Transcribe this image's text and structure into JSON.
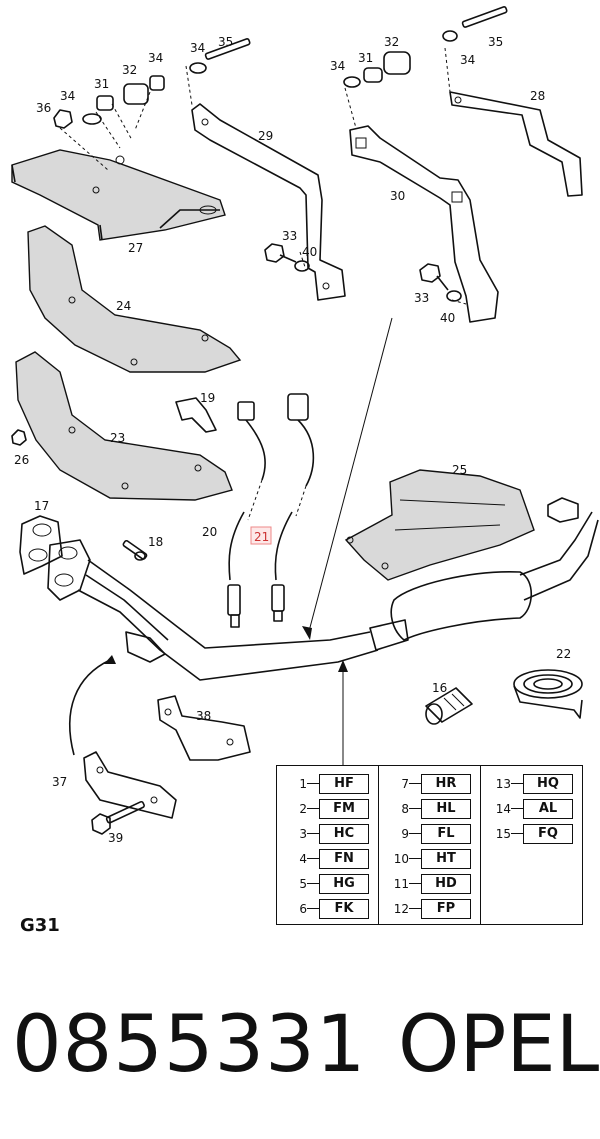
{
  "callouts": {
    "p16": "16",
    "p17": "17",
    "p18": "18",
    "p19": "19",
    "p20": "20",
    "p21": "21",
    "p22": "22",
    "p23": "23",
    "p24": "24",
    "p25": "25",
    "p26": "26",
    "p27": "27",
    "p28": "28",
    "p29": "29",
    "p30": "30",
    "p31a": "31",
    "p31b": "31",
    "p32a": "32",
    "p32b": "32",
    "p33a": "33",
    "p33b": "33",
    "p34a": "34",
    "p34b": "34",
    "p34c": "34",
    "p34d": "34",
    "p34e": "34",
    "p35a": "35",
    "p35b": "35",
    "p36": "36",
    "p37": "37",
    "p38": "38",
    "p39": "39",
    "p40a": "40",
    "p40b": "40"
  },
  "code_table": {
    "columns": [
      [
        {
          "num": "1",
          "code": "HF"
        },
        {
          "num": "2",
          "code": "FM"
        },
        {
          "num": "3",
          "code": "HC"
        },
        {
          "num": "4",
          "code": "FN"
        },
        {
          "num": "5",
          "code": "HG"
        },
        {
          "num": "6",
          "code": "FK"
        }
      ],
      [
        {
          "num": "7",
          "code": "HR"
        },
        {
          "num": "8",
          "code": "HL"
        },
        {
          "num": "9",
          "code": "FL"
        },
        {
          "num": "10",
          "code": "HT"
        },
        {
          "num": "11",
          "code": "HD"
        },
        {
          "num": "12",
          "code": "FP"
        }
      ],
      [
        {
          "num": "13",
          "code": "HQ"
        },
        {
          "num": "14",
          "code": "AL"
        },
        {
          "num": "15",
          "code": "FQ"
        }
      ]
    ]
  },
  "sheet_id": "G31",
  "part_number": "0855331",
  "brand": "OPEL"
}
